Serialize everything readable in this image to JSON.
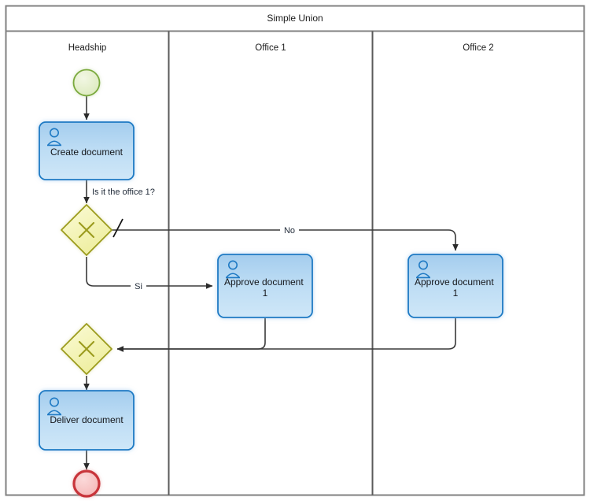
{
  "pool": {
    "title": "Simple Union",
    "border_color": "#808080",
    "background": "#ffffff"
  },
  "lanes": [
    {
      "id": "headship",
      "label": "Headship"
    },
    {
      "id": "office1",
      "label": "Office 1"
    },
    {
      "id": "office2",
      "label": "Office 2"
    }
  ],
  "palette": {
    "start_event_stroke": "#7aa93c",
    "start_event_fill": "#e8f0cf",
    "end_event_stroke": "#c8363b",
    "end_event_fill": "#f8c3c3",
    "task_stroke": "#1f7ac4",
    "task_fill_top": "#a9d0ef",
    "task_fill_bottom": "#c9e2f6",
    "gateway_stroke": "#9c9c1f",
    "gateway_fill": "#f5f5c0",
    "connector": "#3a3a3a",
    "icon_blue": "#1f7ac4"
  },
  "events": [
    {
      "id": "start",
      "type": "start-event",
      "lane": "headship",
      "label": ""
    },
    {
      "id": "end",
      "type": "end-event",
      "lane": "headship",
      "label": ""
    }
  ],
  "tasks": [
    {
      "id": "create-document",
      "type": "user-task",
      "lane": "headship",
      "label": "Create document",
      "icon": "user-icon"
    },
    {
      "id": "approve-document-office1",
      "type": "user-task",
      "lane": "office1",
      "label": "Approve document 1",
      "icon": "user-icon"
    },
    {
      "id": "approve-document-office2",
      "type": "user-task",
      "lane": "office2",
      "label": "Approve document 1",
      "icon": "user-icon"
    },
    {
      "id": "deliver-document",
      "type": "user-task",
      "lane": "headship",
      "label": "Deliver document",
      "icon": "user-icon"
    }
  ],
  "gateways": [
    {
      "id": "split-gateway",
      "type": "exclusive-gateway",
      "lane": "headship",
      "marker": "X"
    },
    {
      "id": "merge-gateway",
      "type": "exclusive-gateway",
      "lane": "headship",
      "marker": "X"
    }
  ],
  "flows": [
    {
      "id": "start-to-create",
      "label": ""
    },
    {
      "id": "create-to-split",
      "label": "Is it the office 1?"
    },
    {
      "id": "split-to-office2",
      "label": "No",
      "is_default": true
    },
    {
      "id": "split-to-office1",
      "label": "Si"
    },
    {
      "id": "office1-to-merge",
      "label": ""
    },
    {
      "id": "office2-to-merge",
      "label": ""
    },
    {
      "id": "merge-to-deliver",
      "label": ""
    },
    {
      "id": "deliver-to-end",
      "label": ""
    }
  ]
}
